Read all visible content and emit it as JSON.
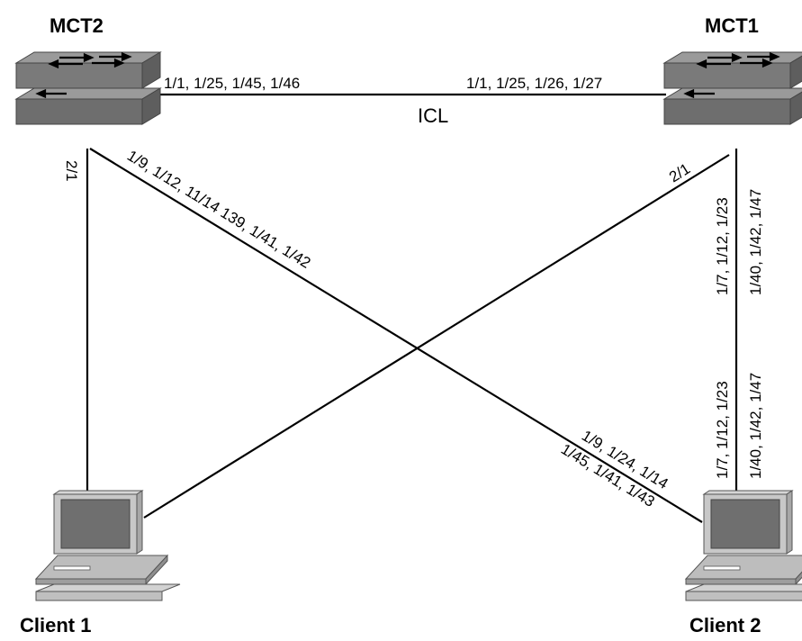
{
  "nodes": {
    "mct2": "MCT2",
    "mct1": "MCT1",
    "client1": "Client 1",
    "client2": "Client 2"
  },
  "links": {
    "icl_label": "ICL",
    "icl_mct2_ports": "1/1, 1/25, 1/45, 1/46",
    "icl_mct1_ports": "1/1, 1/25, 1/26, 1/27",
    "mct2_client1_port": "2/1",
    "mct1_client1_port": "2/1",
    "mct2_client2_near": "1/9, 1/12, 11/14 139, 1/41, 1/42",
    "mct2_client2_far_1": "1/9, 1/24, 1/14",
    "mct2_client2_far_2": "1/45, 1/41, 1/43",
    "mct1_client2_top_1": "1/7, 1/12, 1/23",
    "mct1_client2_top_2": "1/40, 1/42, 1/47",
    "mct1_client2_bottom_1": "1/7, 1/12, 1/23",
    "mct1_client2_bottom_2": "1/40, 1/42, 1/47"
  },
  "colors": {
    "switch_top": "#8c8c8c",
    "switch_front": "#6e6e6e",
    "switch_side": "#5a5a5a",
    "laptop_body": "#bdbdbd",
    "laptop_screen": "#6f6f6f",
    "line": "#000000"
  },
  "icons": {
    "switch": "stacked-switch-icon",
    "client": "laptop-icon"
  }
}
